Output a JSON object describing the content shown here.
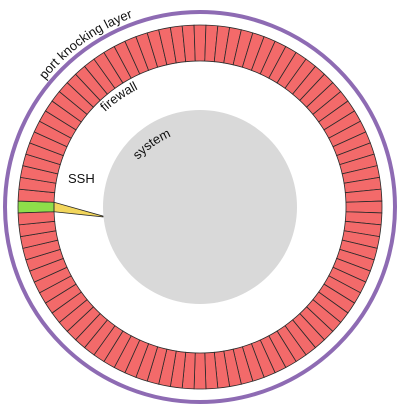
{
  "labels": {
    "outer_layer": "port knocking layer",
    "firewall": "firewall",
    "system": "system",
    "ssh": "SSH"
  },
  "diagram": {
    "segment_count": 96,
    "open_port_index": 0,
    "colors": {
      "outer_ring": "#8e6bb3",
      "firewall_fill": "#f36a6a",
      "segment_stroke": "#2a2a2a",
      "open_port": "#8ede4a",
      "ssh_channel": "#f2d65c",
      "system": "#d9d9d9",
      "background": "#ffffff"
    }
  }
}
